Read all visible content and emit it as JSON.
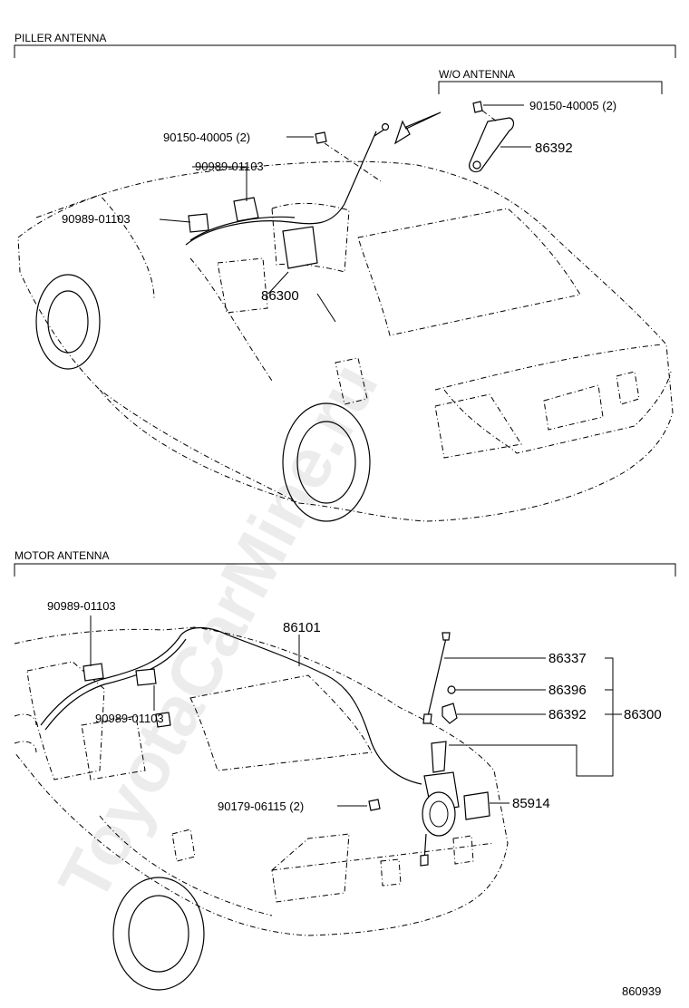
{
  "sections": {
    "pillar": {
      "title": "PILLER ANTENNA"
    },
    "wo_antenna": {
      "title": "W/O ANTENNA"
    },
    "motor": {
      "title": "MOTOR ANTENNA"
    }
  },
  "pillar_labels": {
    "bolt_top": "90150-40005 (2)",
    "bolt_left": "90150-40005 (2)",
    "clamp_upper": "90989-01103",
    "clamp_left": "90989-01103",
    "cover": "86392",
    "antenna": "86300"
  },
  "motor_labels": {
    "clamp_top": "90989-01103",
    "cable": "86101",
    "clamp_mid": "90989-01103",
    "pad": "90179-06115 (2)",
    "rod": "86337",
    "nut": "86396",
    "cover": "86392",
    "assembly": "86300",
    "relay": "85914"
  },
  "figure_number": "860939",
  "watermark": "ToyotaCarMine.ru"
}
